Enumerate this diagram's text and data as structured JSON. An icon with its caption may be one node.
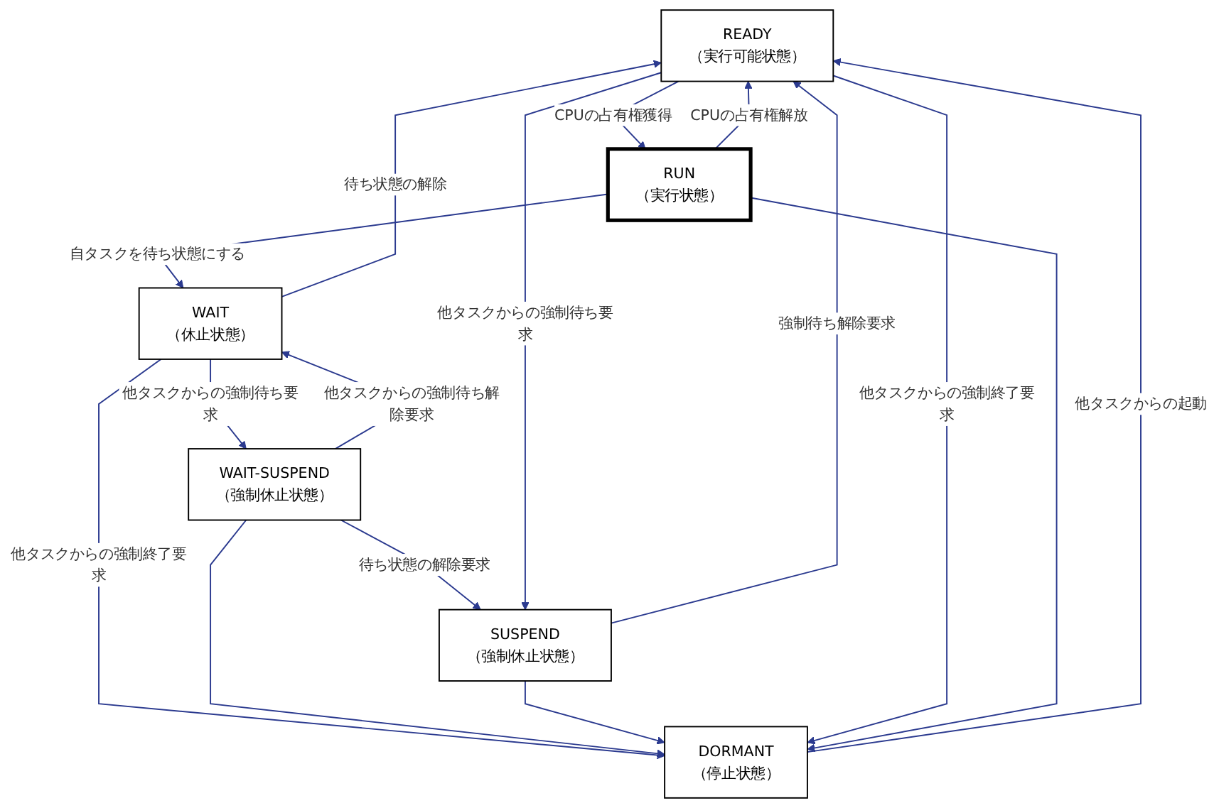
{
  "diagram": {
    "nodes": [
      {
        "text": [
          "READY",
          "（実行可能状態）"
        ]
      },
      {
        "text": [
          "RUN",
          "（実行状態）"
        ]
      },
      {
        "text": [
          "WAIT",
          "（休止状態）"
        ]
      },
      {
        "text": [
          "WAIT-SUSPEND",
          "（強制休止状態）"
        ]
      },
      {
        "text": [
          "SUSPEND",
          "（強制休止状態）"
        ]
      },
      {
        "text": [
          "DORMANT",
          "（停止状態）"
        ]
      }
    ],
    "edges": [
      {
        "from": 0,
        "to": 1,
        "arrow": "to",
        "label": "CPUの占有権獲得"
      },
      {
        "from": 1,
        "to": 0,
        "arrow": "to",
        "label": "CPUの占有権解放"
      },
      {
        "from": 1,
        "to": 2,
        "arrow": "to",
        "label": "自タスクを待ち状態にする"
      },
      {
        "from": 2,
        "to": 0,
        "arrow": "to",
        "label": "待ち状態の解除"
      },
      {
        "from": 3,
        "to": 2,
        "arrow": "to",
        "label": "他タスクからの強制待ち解除要求"
      },
      {
        "from": 2,
        "to": 3,
        "arrow": "to",
        "label": "他タスクからの強制待ち要求"
      },
      {
        "from": 3,
        "to": 4,
        "arrow": "to",
        "label": "待ち状態の解除要求"
      },
      {
        "from": 0,
        "to": 4,
        "arrow": "to",
        "label": "他タスクからの強制待ち要求"
      },
      {
        "from": 4,
        "to": 0,
        "arrow": "to",
        "label": "強制待ち解除要求"
      },
      {
        "from": 2,
        "to": 5,
        "arrow": "to",
        "label": "他タスクからの強制終了要求"
      },
      {
        "from": 3,
        "to": 5,
        "arrow": "to"
      },
      {
        "from": 4,
        "to": 5,
        "arrow": "to"
      },
      {
        "from": 0,
        "to": 5,
        "arrow": "to",
        "label": "他タスクからの強制終了要求"
      },
      {
        "from": 5,
        "to": 0,
        "arrow": "to",
        "label": "他タスクからの起動"
      },
      {
        "from": 1,
        "to": 5,
        "arrow": "to"
      }
    ]
  }
}
